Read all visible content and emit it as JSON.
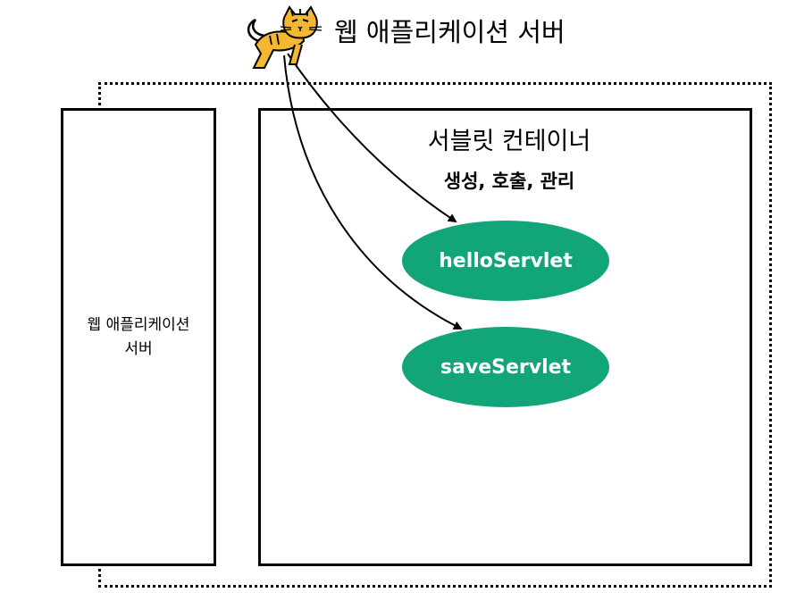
{
  "top_label": "웹 애플리케이션 서버",
  "left_box": {
    "line1": "웹 애플리케이션",
    "line2": "서버"
  },
  "container": {
    "title": "서블릿 컨테이너",
    "subtitle": "생성, 호출, 관리"
  },
  "servlets": [
    {
      "label": "helloServlet"
    },
    {
      "label": "saveServlet"
    }
  ],
  "logo_icon": "tomcat-cat-icon",
  "colors": {
    "servlet_fill": "#12a57a",
    "cat_body": "#f4b731",
    "stroke": "#000000"
  }
}
